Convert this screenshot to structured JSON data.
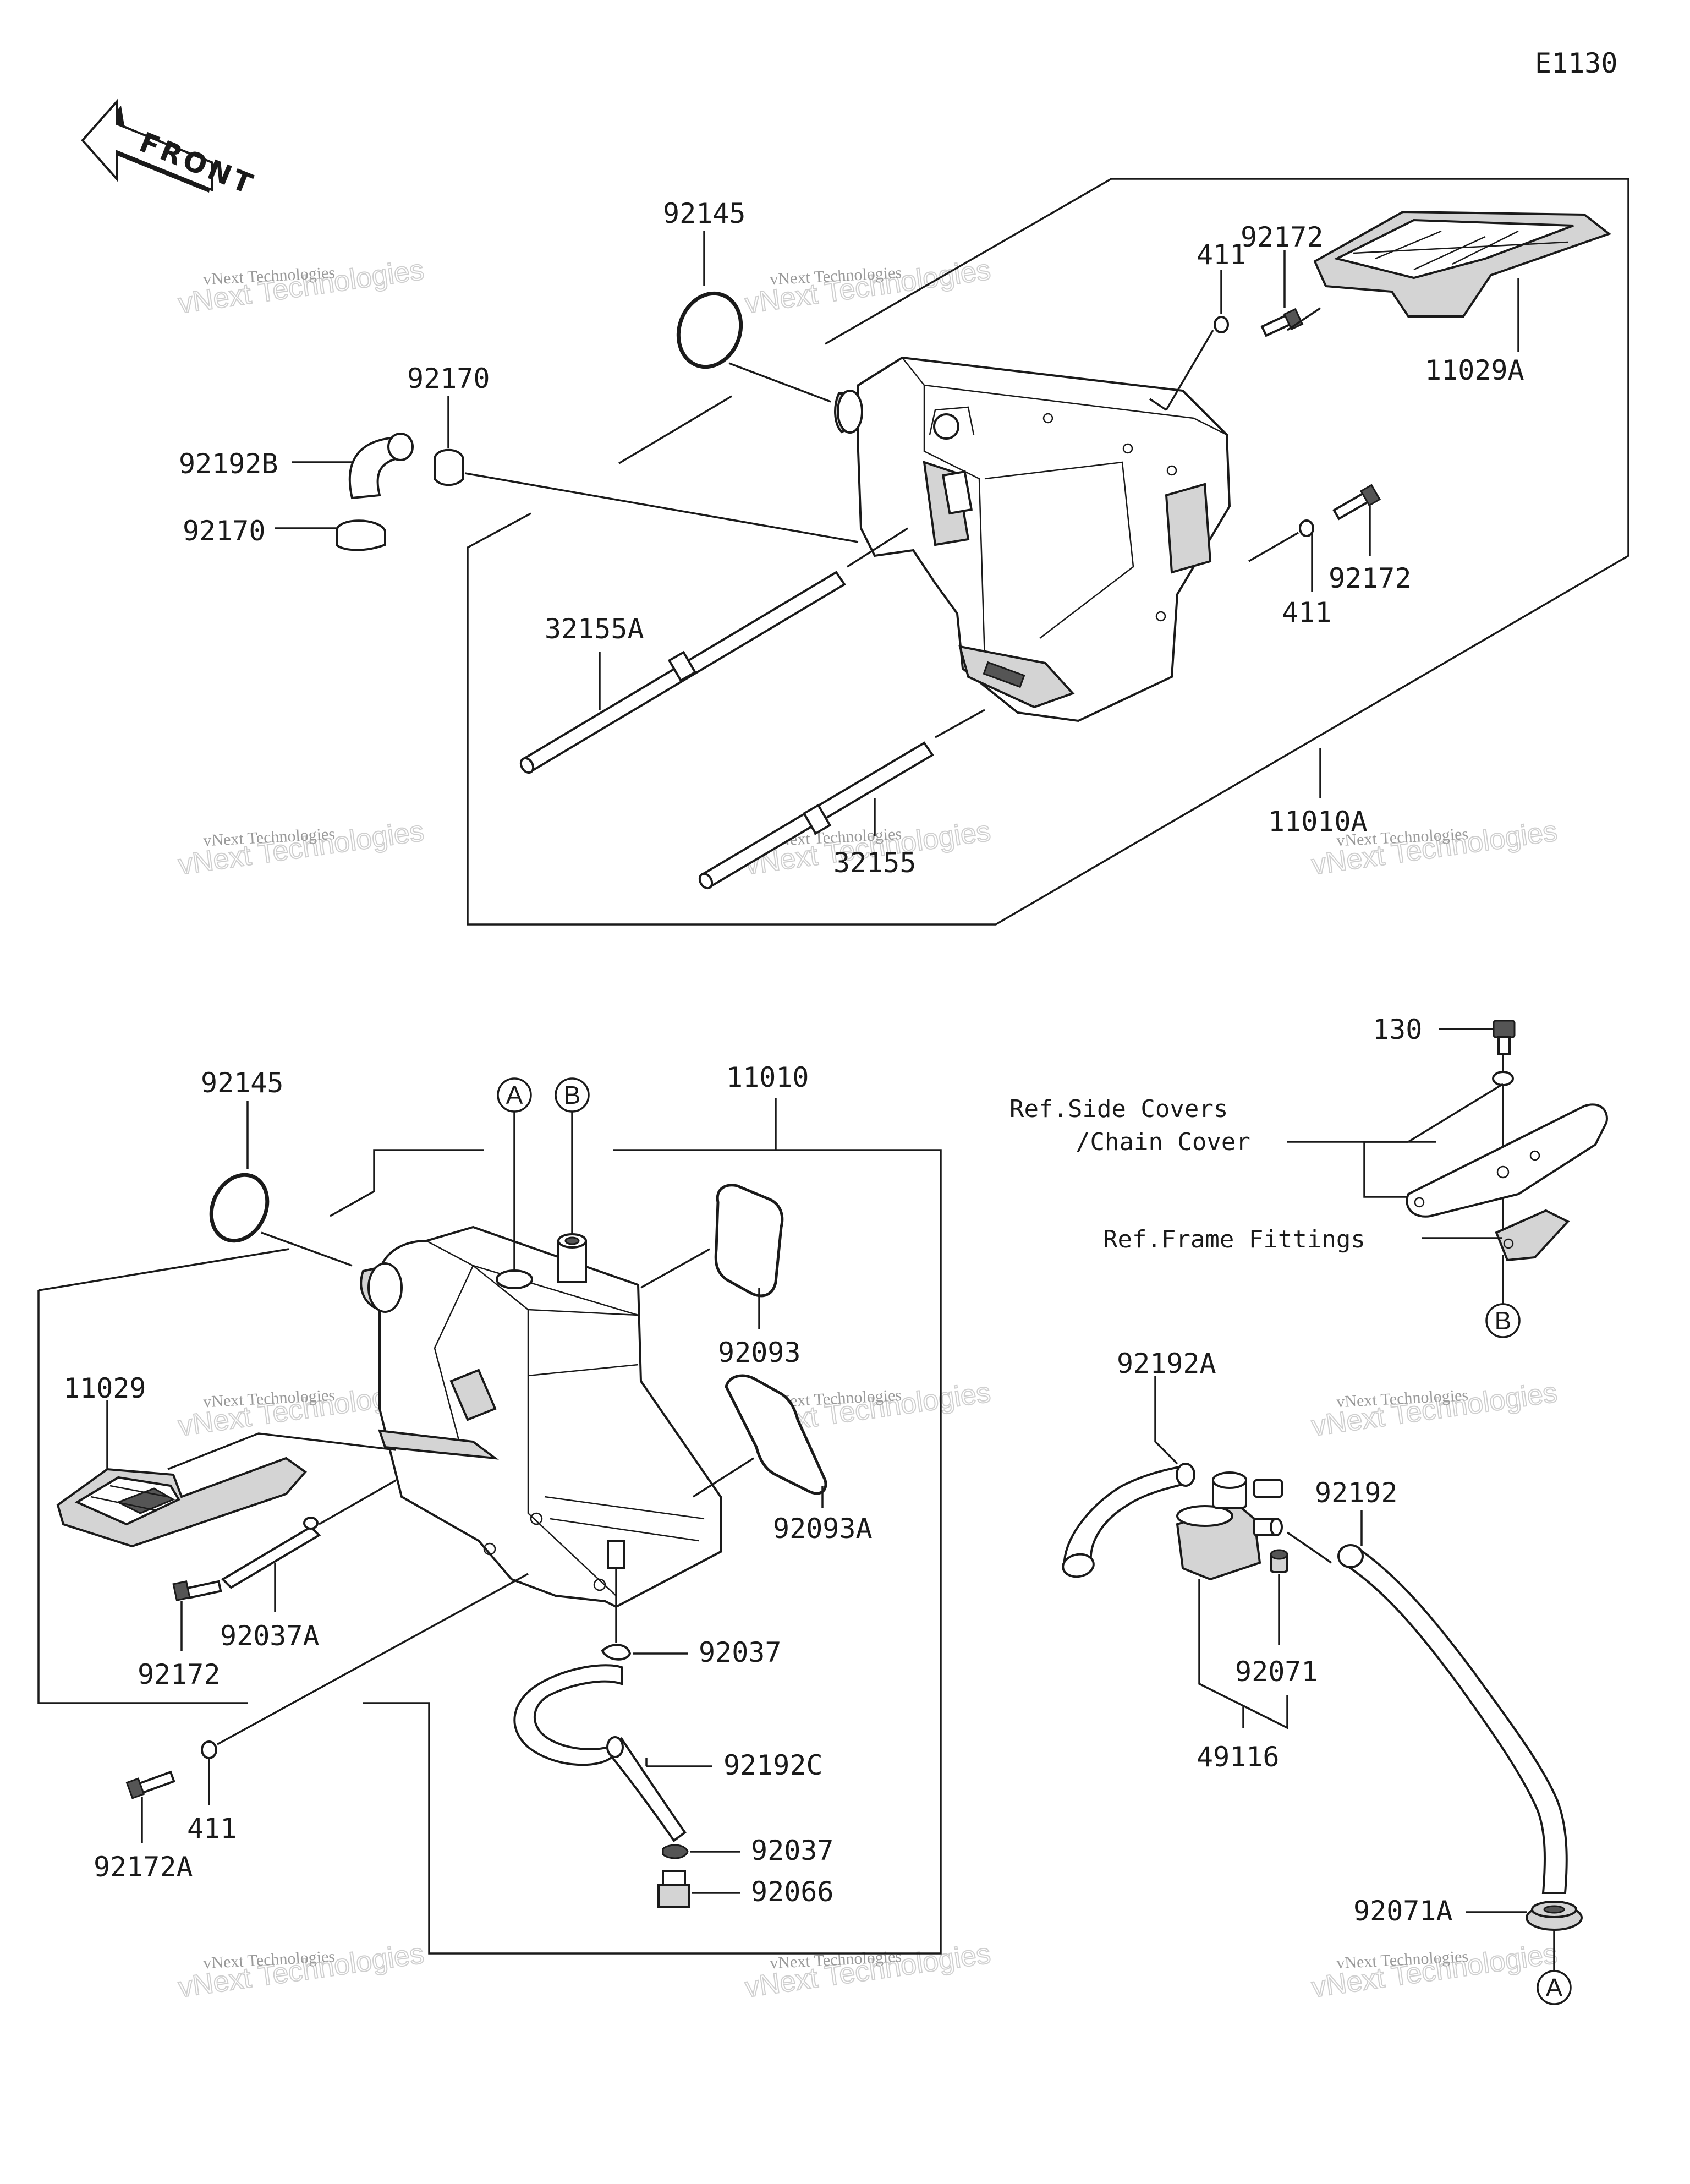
{
  "diagram": {
    "code": "E1130",
    "direction_arrow": "FRONT",
    "watermark": {
      "top": "vNext Technologies",
      "back": "vNext Technologies"
    },
    "parts": {
      "p92145_top": "92145",
      "p92170_top": "92170",
      "p92192B": "92192B",
      "p92170_mid": "92170",
      "p411_top": "411",
      "p92172_top": "92172",
      "p11029A": "11029A",
      "p92172_mid": "92172",
      "p411_mid": "411",
      "p32155A": "32155A",
      "p32155": "32155",
      "p11010A": "11010A",
      "p92145_bot": "92145",
      "p11010": "11010",
      "p92093": "92093",
      "p92093A": "92093A",
      "p11029": "11029",
      "p92172_bot": "92172",
      "p92037A": "92037A",
      "p92037_a": "92037",
      "p92192C": "92192C",
      "p92037_b": "92037",
      "p92066": "92066",
      "p411_bot": "411",
      "p92172A": "92172A",
      "p130": "130",
      "p92192A": "92192A",
      "p92192": "92192",
      "p92071": "92071",
      "p49116": "49116",
      "p92071A": "92071A"
    },
    "references": {
      "side_covers_1": "Ref.Side Covers",
      "side_covers_2": "/Chain Cover",
      "frame_fittings": "Ref.Frame Fittings"
    },
    "connectors": {
      "a": "A",
      "b": "B"
    }
  }
}
